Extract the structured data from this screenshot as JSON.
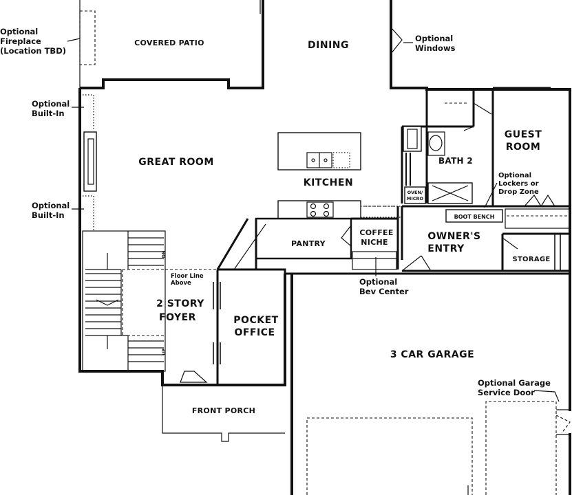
{
  "rooms": {
    "covered_patio": "COVERED PATIO",
    "dining": "DINING",
    "great_room": "GREAT ROOM",
    "kitchen": "KITCHEN",
    "guest_room_1": "GUEST",
    "guest_room_2": "ROOM",
    "bath": "BATH 2",
    "pantry": "PANTRY",
    "coffee_niche_1": "COFFEE",
    "coffee_niche_2": "NICHE",
    "owners_entry_1": "OWNER'S",
    "owners_entry_2": "ENTRY",
    "storage": "STORAGE",
    "boot_bench": "BOOT BENCH",
    "foyer_1": "2 STORY",
    "foyer_2": "FOYER",
    "pocket_office_1": "POCKET",
    "pocket_office_2": "OFFICE",
    "garage": "3 CAR GARAGE",
    "front_porch": "FRONT PORCH",
    "oven_micro_1": "OVEN/",
    "oven_micro_2": "MICRO",
    "stair_dn": "DN",
    "stair_up": "UP"
  },
  "notes": {
    "fireplace": [
      "Optional",
      "Fireplace",
      "(Location TBD)"
    ],
    "windows": [
      "Optional",
      "Windows"
    ],
    "builtin_top": [
      "Optional",
      "Built-In"
    ],
    "builtin_bottom": [
      "Optional",
      "Built-In"
    ],
    "lockers": [
      "Optional",
      "Lockers or",
      "Drop Zone"
    ],
    "floor_line": [
      "Floor Line",
      "Above"
    ],
    "bev_center": [
      "Optional",
      "Bev Center"
    ],
    "garage_door": [
      "Optional Garage",
      "Service Door"
    ]
  }
}
